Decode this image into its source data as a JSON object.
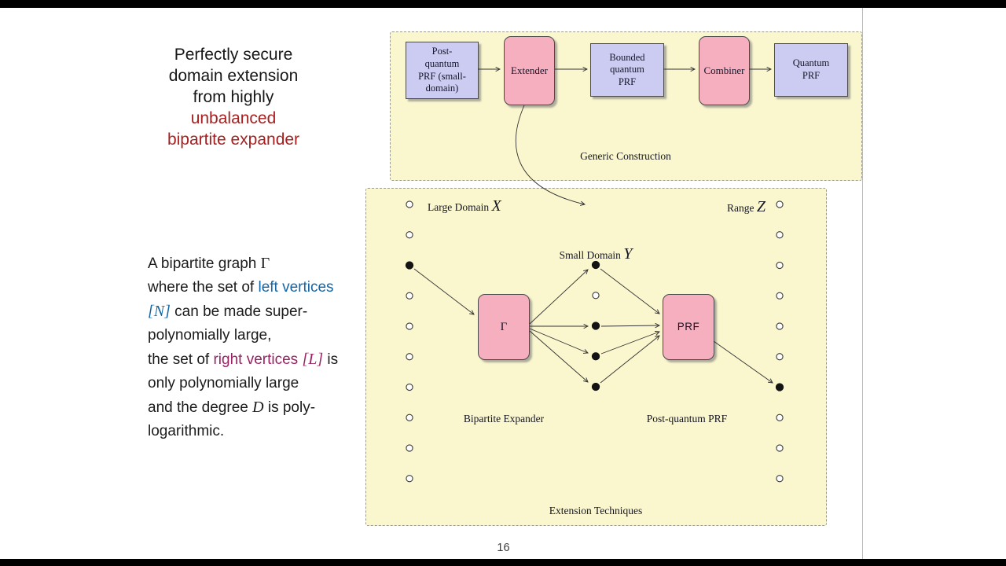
{
  "slide": {
    "page_number": "16",
    "title": {
      "line1": "Perfectly secure",
      "line2": "domain extension",
      "line3": "from highly",
      "line4": "unbalanced",
      "line5": "bipartite expander"
    },
    "body": {
      "l1a": "A bipartite graph ",
      "l1b": "Γ",
      "l2a": "where the set of ",
      "l2b": "left vertices",
      "l3a": "[N]",
      "l3b": " can be made super-",
      "l4": "polynomially large,",
      "l5a": "the set of ",
      "l5b": "right vertices ",
      "l5c": "[L]",
      "l5d": " is",
      "l6": "only polynomially large",
      "l7a": "and the degree ",
      "l7b": "D",
      "l7c": " is poly-",
      "l8": "logarithmic."
    }
  },
  "generic_construction": {
    "caption": "Generic Construction",
    "box_pq_prf": "Post-\nquantum\nPRF (small-\ndomain)",
    "box_extender": "Extender",
    "box_bounded": "Bounded\nquantum\nPRF",
    "box_combiner": "Combiner",
    "box_quantum_prf": "Quantum\nPRF"
  },
  "extension": {
    "caption": "Extension Techniques",
    "large_domain_label": "Large Domain ",
    "large_domain_symbol": "X",
    "range_label": "Range ",
    "range_symbol": "Z",
    "small_domain_label": "Small Domain ",
    "small_domain_symbol": "Y",
    "gamma_box": "Γ",
    "prf_box": "PRF",
    "left_caption": "Bipartite Expander",
    "right_caption": "Post-quantum PRF",
    "left_nodes": [
      "open",
      "open",
      "filled",
      "open",
      "open",
      "open",
      "open",
      "open",
      "open",
      "open"
    ],
    "mid_nodes": [
      "filled",
      "open",
      "filled",
      "filled",
      "filled"
    ],
    "right_nodes": [
      "open",
      "open",
      "open",
      "open",
      "open",
      "open",
      "filled",
      "open",
      "open",
      "open"
    ]
  },
  "colors": {
    "panel_background": "#faf7cf",
    "lavender_box": "#ccccf2",
    "pink_box": "#f5afbf",
    "title_red": "#a81f1f",
    "left_vertices_blue": "#1566a4",
    "right_vertices_magenta": "#9c2163"
  }
}
